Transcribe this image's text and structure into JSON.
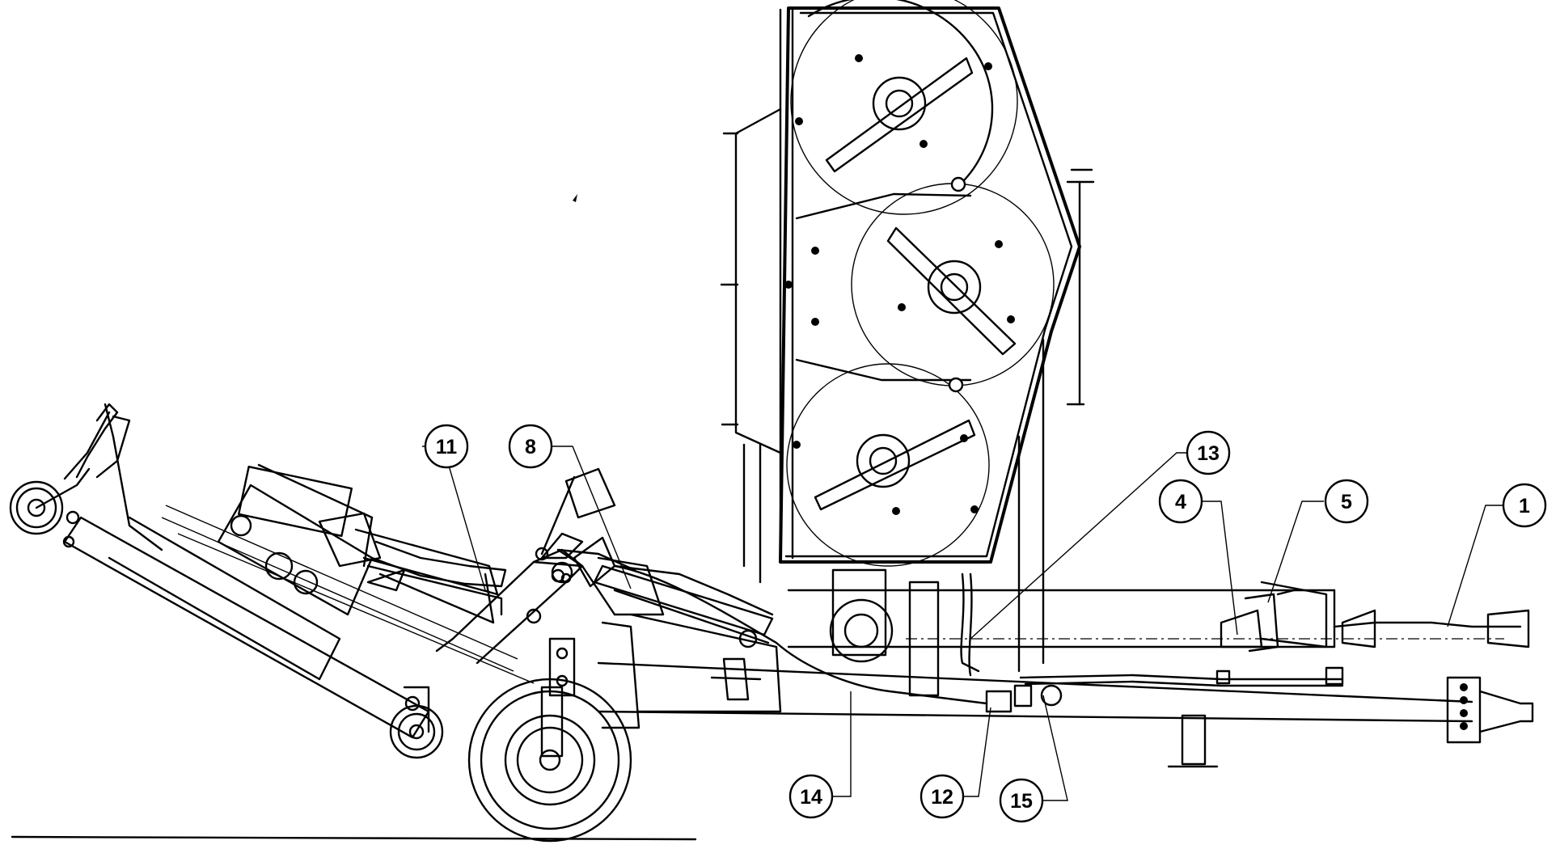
{
  "diagram": {
    "callouts": [
      {
        "label": "11"
      },
      {
        "label": "8"
      },
      {
        "label": "13"
      },
      {
        "label": "4"
      },
      {
        "label": "5"
      },
      {
        "label": "1"
      },
      {
        "label": "14"
      },
      {
        "label": "12"
      },
      {
        "label": "15"
      }
    ]
  }
}
